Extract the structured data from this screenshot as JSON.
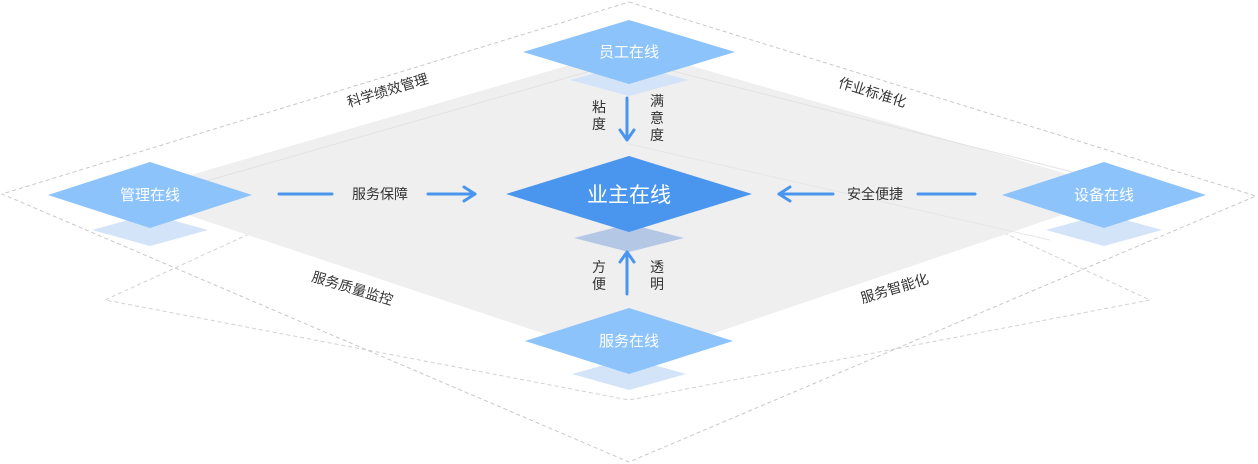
{
  "center": {
    "label": "业主在线"
  },
  "nodes": {
    "top": {
      "label": "员工在线"
    },
    "left": {
      "label": "管理在线"
    },
    "right": {
      "label": "设备在线"
    },
    "bottom": {
      "label": "服务在线"
    }
  },
  "edges": {
    "top_left": "粘度",
    "top_right": "满意度",
    "left": "服务保障",
    "right": "安全便捷",
    "bottom_left": "方便",
    "bottom_right": "透明"
  },
  "border_labels": {
    "upper_left": "科学绩效管理",
    "upper_right": "作业标准化",
    "lower_left": "服务质量监控",
    "lower_right": "服务智能化"
  },
  "colors": {
    "node": "#8cc3fb",
    "node_shadow": "#d3e4f8",
    "center": "#4a96ee",
    "center_shadow": "#b4c8e6",
    "arrow": "#4a96ee",
    "plane": "#efefef",
    "dash": "#c8c8c8"
  }
}
